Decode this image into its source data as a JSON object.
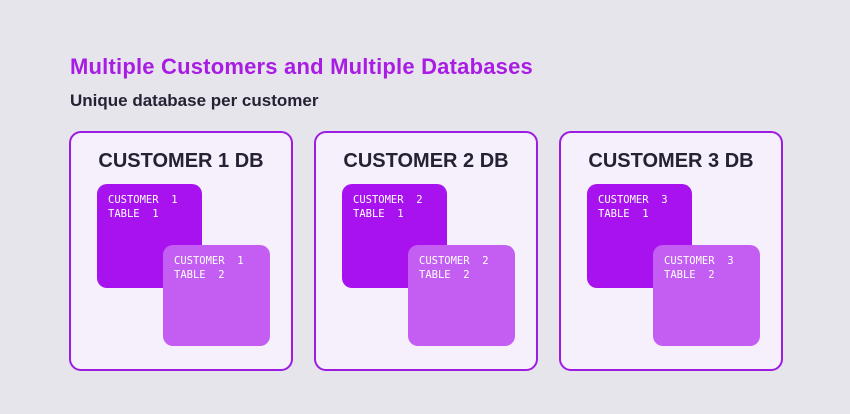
{
  "header": {
    "title": "Multiple Customers and Multiple Databases",
    "subtitle": "Unique database per customer"
  },
  "colors": {
    "background": "#e7e5ec",
    "card_background": "#f5f0fb",
    "card_border": "#9d1ce2",
    "title": "#a81ce4",
    "heading_text": "#262233",
    "table1_fill": "#a812ef",
    "table2_fill": "#c45ef3",
    "table_text": "#ffffff"
  },
  "databases": [
    {
      "name": "CUSTOMER 1 DB",
      "tables": [
        "CUSTOMER  1\nTABLE  1",
        "CUSTOMER  1\nTABLE  2"
      ]
    },
    {
      "name": "CUSTOMER 2 DB",
      "tables": [
        "CUSTOMER  2\nTABLE  1",
        "CUSTOMER  2\nTABLE  2"
      ]
    },
    {
      "name": "CUSTOMER 3 DB",
      "tables": [
        "CUSTOMER  3\nTABLE  1",
        "CUSTOMER  3\nTABLE  2"
      ]
    }
  ]
}
